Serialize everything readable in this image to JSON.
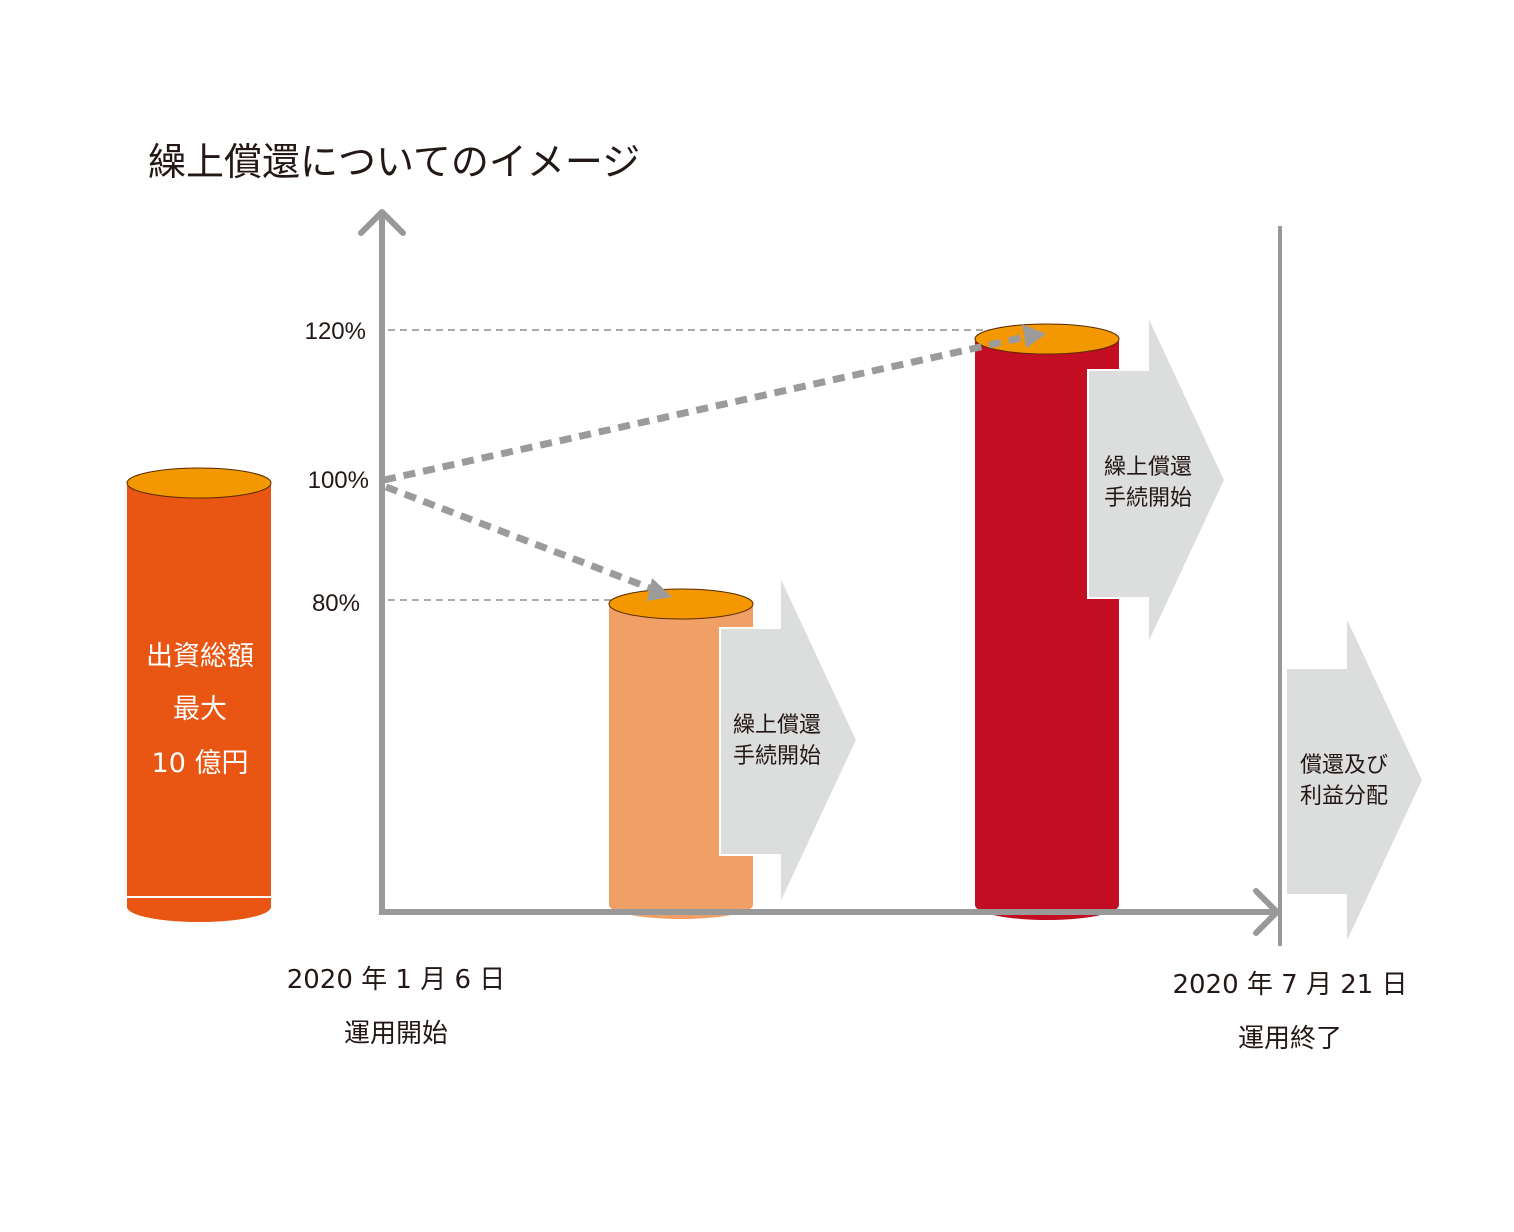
{
  "title": "繰上償還についてのイメージ",
  "axis": {
    "ticks": [
      {
        "label": "120%",
        "value": 120
      },
      {
        "label": "100%",
        "value": 100
      },
      {
        "label": "80%",
        "value": 80
      }
    ]
  },
  "investment": {
    "lines": [
      "出資総額",
      "最大",
      "10 億円"
    ],
    "level_percent": 100
  },
  "redemption_80": {
    "level_percent": 80,
    "arrow_lines": [
      "繰上償還",
      "手続開始"
    ]
  },
  "redemption_120": {
    "level_percent": 120,
    "arrow_lines": [
      "繰上償還",
      "手続開始"
    ]
  },
  "final": {
    "arrow_lines": [
      "償還及び",
      "利益分配"
    ]
  },
  "start": {
    "date": "2020 年 1 月 6 日",
    "label": "運用開始"
  },
  "end": {
    "date": "2020 年 7 月 21 日",
    "label": "運用終了"
  },
  "colors": {
    "axis": "#999999",
    "investment_body": "#e95513",
    "cylinder_top": "#f39800",
    "redemption_80_body": "#f0a066",
    "redemption_120_body": "#c30d23",
    "arrow_fill": "#dcdddd"
  }
}
